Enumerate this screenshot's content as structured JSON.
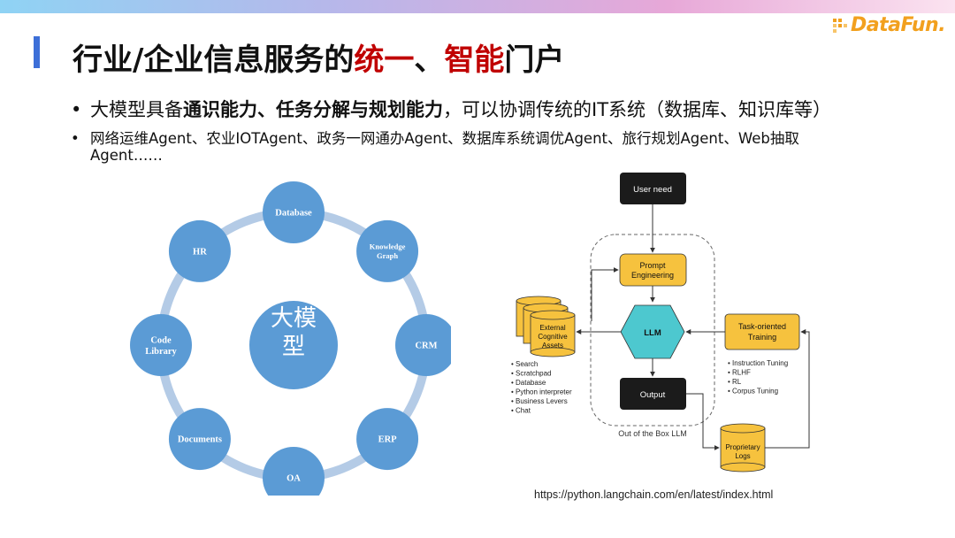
{
  "logo": {
    "text": "DataFun."
  },
  "title": {
    "part1": "行业/企业信息服务的",
    "highlight1": "统一",
    "sep": "、",
    "highlight2": "智能",
    "part2": "门户"
  },
  "bullets": {
    "b1_prefix": "大模型具备",
    "b1_bold": "通识能力、任务分解与规划能力",
    "b1_suffix": "，可以协调传统的IT系统（数据库、知识库等）",
    "b2_line1": "网络运维Agent、农业IOTAgent、政务一网通办Agent、数据库系统调优Agent、旅行规划Agent、Web抽取",
    "b2_line2": "Agent……"
  },
  "hub": {
    "center": [
      "大模",
      "型"
    ],
    "nodes": [
      {
        "id": "database",
        "label": [
          "Database"
        ]
      },
      {
        "id": "knowledge-graph",
        "label": [
          "Knowledge",
          "Graph"
        ]
      },
      {
        "id": "crm",
        "label": [
          "CRM"
        ]
      },
      {
        "id": "erp",
        "label": [
          "ERP"
        ]
      },
      {
        "id": "oa",
        "label": [
          "OA"
        ]
      },
      {
        "id": "documents",
        "label": [
          "Documents"
        ]
      },
      {
        "id": "code-library",
        "label": [
          "Code",
          "Library"
        ]
      },
      {
        "id": "hr",
        "label": [
          "HR"
        ]
      }
    ],
    "colors": {
      "node": "#5b9bd5",
      "ring": "#b4cbe6",
      "text": "#ffffff"
    }
  },
  "flow": {
    "user_need": "User need",
    "prompt": [
      "Prompt",
      "Engineering"
    ],
    "llm": "LLM",
    "output": "Output",
    "external": [
      "External",
      "Cognitive",
      "Assets"
    ],
    "task": [
      "Task-oriented",
      "Training"
    ],
    "logs": [
      "Proprietary",
      "Logs"
    ],
    "box_label": "Out of the Box LLM",
    "external_items": [
      "Search",
      "Scratchpad",
      "Database",
      "Python interpreter",
      "Business Levers",
      "Chat"
    ],
    "task_items": [
      "Instruction Tuning",
      "RLHF",
      "RL",
      "Corpus Tuning"
    ],
    "colors": {
      "dark": "#1b1b1b",
      "yellow": "#f6c23e",
      "teal": "#4dc8cf"
    }
  },
  "source_url": "https://python.langchain.com/en/latest/index.html"
}
